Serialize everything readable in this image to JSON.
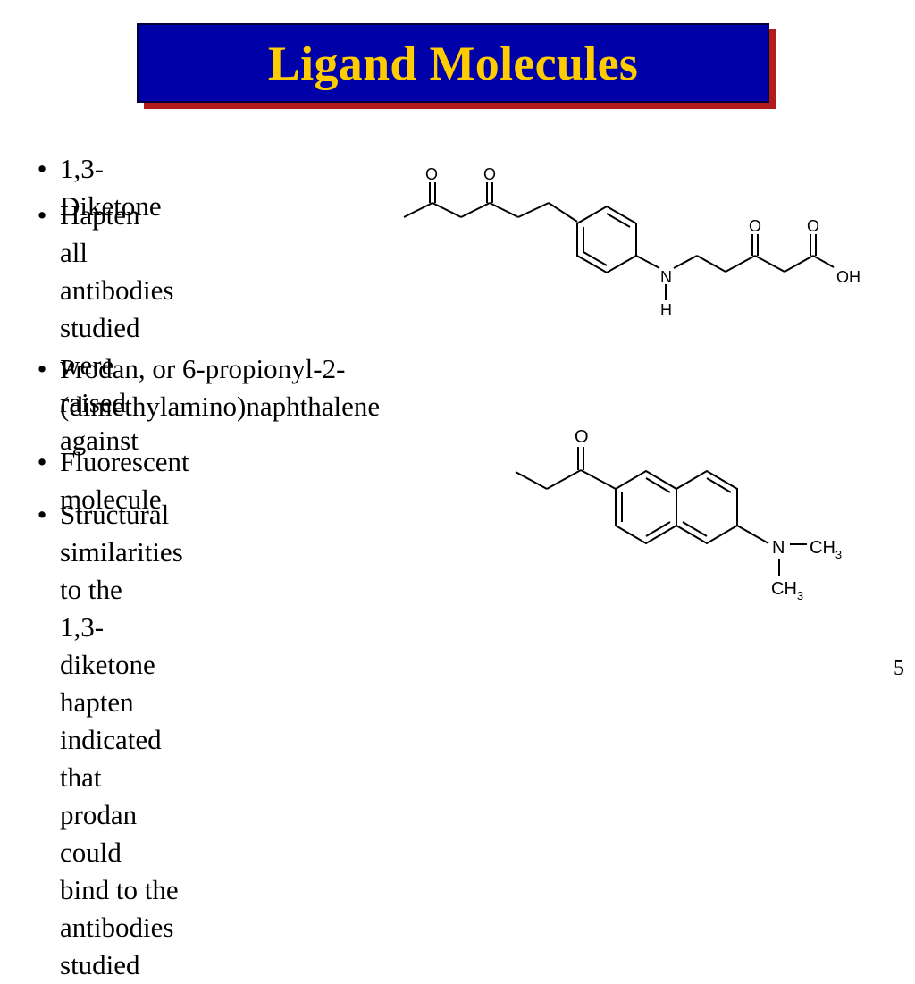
{
  "title": "Ligand Molecules",
  "bullets": [
    {
      "text": "1,3-Diketone"
    },
    {
      "text": "Hapten all\nantibodies studied\nwere raised against"
    },
    {
      "text": "Prodan, or 6-propionyl-2-\n(dimethylamino)naphthalene"
    },
    {
      "text": "Fluorescent molecule"
    },
    {
      "text": "Structural similarities to the\n1,3-diketone hapten\nindicated that prodan could\nbind to the antibodies studied"
    }
  ],
  "hapten_labels": {
    "o1": "O",
    "o2": "O",
    "o3": "O",
    "o4": "O",
    "n": "N",
    "h": "H",
    "oh": "OH"
  },
  "prodan_labels": {
    "o": "O",
    "n": "N",
    "ch3_top": "CH",
    "ch3_bottom": "CH",
    "sub": "3"
  },
  "page_number": "5",
  "colors": {
    "title_bg": "#0000a8",
    "title_text": "#ffcc00",
    "title_shadow": "#b11b1b"
  }
}
